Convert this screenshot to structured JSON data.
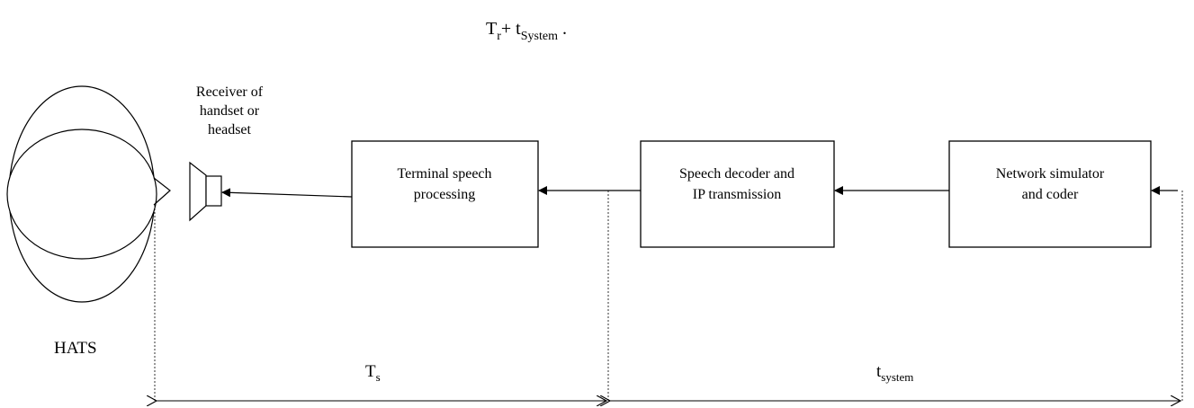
{
  "title": {
    "main": "T",
    "main_sub": "r",
    "plus": "+ t",
    "plus_sub": "System",
    "tail": " ."
  },
  "hats_label": "HATS",
  "receiver_label": {
    "line1": "Receiver of",
    "line2": "handset or",
    "line3": "headset"
  },
  "boxes": {
    "terminal": {
      "line1": "Terminal speech",
      "line2": "processing"
    },
    "decoder": {
      "line1": "Speech decoder and",
      "line2": "IP transmission"
    },
    "network": {
      "line1": "Network simulator",
      "line2": "and coder"
    }
  },
  "dimensions": {
    "ts": {
      "main": "T",
      "sub": "s"
    },
    "tsystem": {
      "main": "t",
      "sub": "system"
    }
  }
}
